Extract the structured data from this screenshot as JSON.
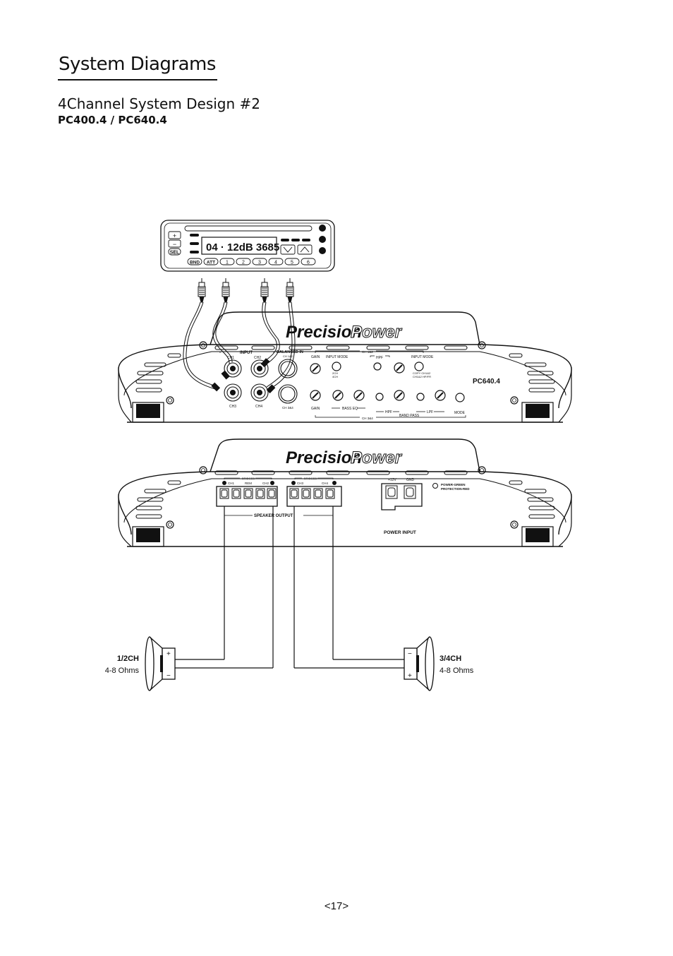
{
  "header": {
    "title": "System Diagrams",
    "subtitle": "4Channel System Design #2",
    "models": "PC400.4 / PC640.4"
  },
  "head_unit": {
    "display": "04 · 12dB 3685",
    "plus": "+",
    "minus": "−",
    "sel": "SEL",
    "buttons": [
      "BND",
      "ATT",
      "1",
      "2",
      "3",
      "4",
      "5",
      "6"
    ]
  },
  "amp_top": {
    "brand_a": "Precision",
    "brand_b": "Power",
    "model": "PC640.4",
    "input": "INPUT",
    "balanced_in": "BALANCED IN",
    "balanced_sub": "CH 1&2",
    "ch1": "CH1",
    "ch2": "CH2",
    "ch3": "CH3",
    "ch4": "CH4",
    "ch34_bal": "CH 3&4",
    "gain": "GAIN",
    "input_mode": "INPUT MODE",
    "ch12": "CH 1&2",
    "hpf": "HPF",
    "input_mode2": "INPUT MODE",
    "copy": "COPY CH1&2",
    "ch12hp": "CH1&2 HP/FR",
    "two_ch": "2CH",
    "four_ch": "4CH",
    "bass_eq": "BASS EQ",
    "band_pass": "BAND PASS",
    "hpf2": "HPF",
    "lpf": "LPF",
    "mode": "MODE",
    "ch34": "CH 3&4"
  },
  "amp_bottom": {
    "brand_a": "Precision",
    "brand_b": "Power",
    "bridged1": "BRIDGED",
    "bridged2": "BRIDGED",
    "ch1": "CH1",
    "ch2": "CH2",
    "rem": "REM",
    "ch3": "CH3",
    "ch4": "CH4",
    "speaker_output": "SPEAKER OUTPUT",
    "plus12": "+12V",
    "gnd": "GND",
    "power_green": "POWER-GREEN",
    "protection": "PROTECTION-RED",
    "power_input": "POWER INPUT"
  },
  "speakers": {
    "left_label": "1/2CH",
    "left_ohms": "4-8 Ohms",
    "right_label": "3/4CH",
    "right_ohms": "4-8 Ohms",
    "plus": "+",
    "minus": "−"
  },
  "footer": {
    "page_number": "<17>"
  }
}
